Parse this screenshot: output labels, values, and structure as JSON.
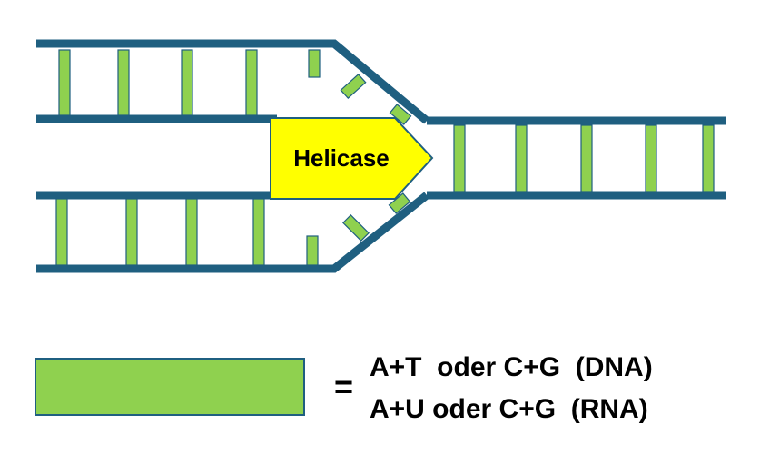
{
  "diagram": {
    "enzyme_label": "Helicase",
    "legend": {
      "equals": "=",
      "line1": "A+T  oder C+G  (DNA)",
      "line2": "A+U oder C+G  (RNA)"
    }
  },
  "colors": {
    "strand": "#1f5f80",
    "base_pair": "#8fd14f",
    "helicase": "#ffff00"
  }
}
